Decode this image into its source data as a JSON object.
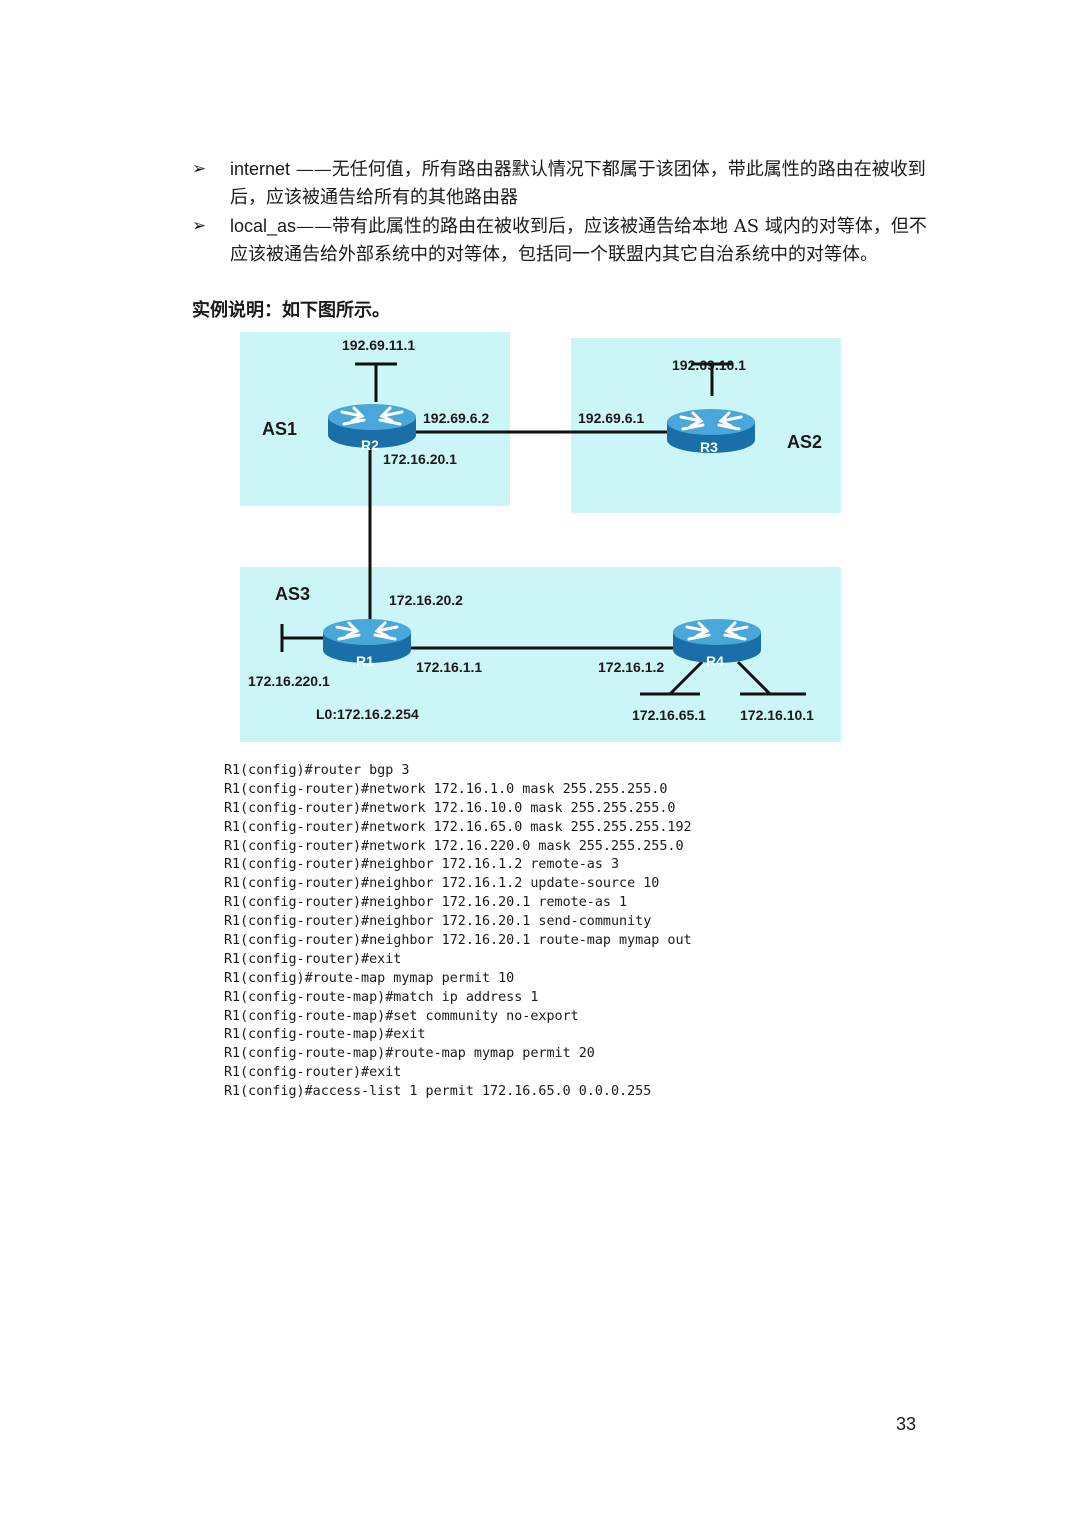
{
  "bullets": [
    {
      "term": "internet",
      "text": " ——无任何值，所有路由器默认情况下都属于该团体，带此属性的路由在被收到后，应该被通告给所有的其他路由器"
    },
    {
      "term": "local_as",
      "text": "——带有此属性的路由在被收到后，应该被通告给本地 AS 域内的对等体，但不应该被通告给外部系统中的对等体，包括同一个联盟内其它自治系统中的对等体。"
    }
  ],
  "bullet_symbol": "➢",
  "heading": "实例说明：如下图所示。",
  "diagram": {
    "as_labels": {
      "as1": "AS1",
      "as2": "AS2",
      "as3": "AS3"
    },
    "routers": {
      "r1": "R1",
      "r2": "R2",
      "r3": "R3",
      "r4": "R4"
    },
    "ips": {
      "r2_top": "192.69.11.1",
      "r2_right": "192.69.6.2",
      "r2_bottom": "172.16.20.1",
      "r3_left": "192.69.6.1",
      "r3_top": "192.69.10.1",
      "r1_top": "172.16.20.2",
      "r1_left": "172.16.220.1",
      "r1_right": "172.16.1.1",
      "r1_loopback": "L0:172.16.2.254",
      "r4_left": "172.16.1.2",
      "r4_bottom_left": "172.16.65.1",
      "r4_bottom_right": "172.16.10.1"
    },
    "colors": {
      "as_fill": "#ccf5f8",
      "router_top": "#4aa7d9",
      "router_body": "#1b6fa8"
    }
  },
  "config_lines": [
    "R1(config)#router bgp 3",
    "R1(config-router)#network 172.16.1.0 mask 255.255.255.0",
    "R1(config-router)#network 172.16.10.0 mask 255.255.255.0",
    "R1(config-router)#network 172.16.65.0 mask 255.255.255.192",
    "R1(config-router)#network 172.16.220.0 mask 255.255.255.0",
    "R1(config-router)#neighbor 172.16.1.2 remote-as 3",
    "R1(config-router)#neighbor 172.16.1.2 update-source 10",
    "R1(config-router)#neighbor 172.16.20.1 remote-as 1",
    "R1(config-router)#neighbor 172.16.20.1 send-community",
    "R1(config-router)#neighbor 172.16.20.1 route-map mymap out",
    "R1(config-router)#exit",
    "R1(config)#route-map mymap permit 10",
    "R1(config-route-map)#match ip address 1",
    "R1(config-route-map)#set community no-export",
    "R1(config-route-map)#exit",
    "R1(config-route-map)#route-map mymap permit 20",
    "R1(config-router)#exit",
    "R1(config)#access-list 1 permit 172.16.65.0 0.0.0.255"
  ],
  "page_number": "33"
}
